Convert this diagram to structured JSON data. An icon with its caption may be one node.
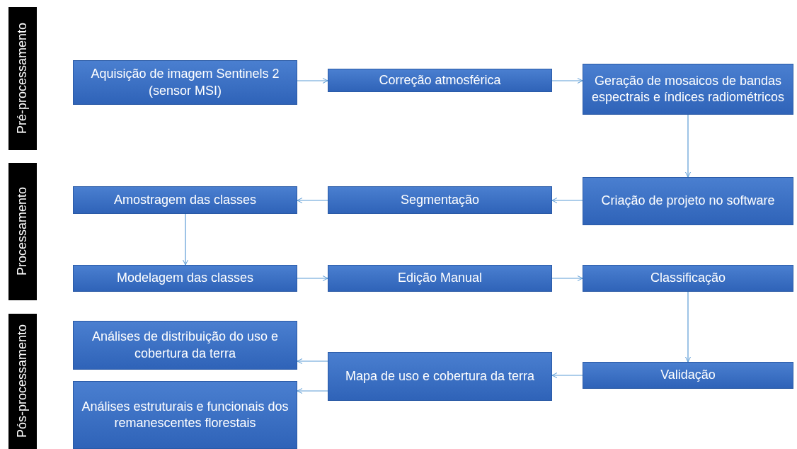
{
  "diagram": {
    "nodes": [
      {
        "text": [
          "Pré-processamento"
        ]
      },
      {
        "text": [
          "Aquisição de imagem Sentinels 2 (sensor MSI)"
        ]
      },
      {
        "text": [
          "Correção atmosférica"
        ]
      },
      {
        "text": [
          "Geração de mosaicos de bandas espectrais e índices radiométricos"
        ]
      },
      {
        "text": [
          "Processamento"
        ]
      },
      {
        "text": [
          "Criação de projeto no software"
        ]
      },
      {
        "text": [
          "Segmentação"
        ]
      },
      {
        "text": [
          "Amostragem das classes"
        ]
      },
      {
        "text": [
          "Modelagem das classes"
        ]
      },
      {
        "text": [
          "Edição Manual"
        ]
      },
      {
        "text": [
          "Classificação"
        ]
      },
      {
        "text": [
          "Pós-processamento"
        ]
      },
      {
        "text": [
          "Validação"
        ]
      },
      {
        "text": [
          "Mapa de uso e cobertura da terra"
        ]
      },
      {
        "text": [
          "Análises de distribuição do uso e cobertura da terra"
        ]
      },
      {
        "text": [
          "Análises estruturais e funcionais dos remanescentes florestais"
        ]
      }
    ],
    "edges": [
      {
        "from": 1,
        "to": 2,
        "arrow": "to"
      },
      {
        "from": 2,
        "to": 3,
        "arrow": "to"
      },
      {
        "from": 3,
        "to": 5,
        "arrow": "to"
      },
      {
        "from": 5,
        "to": 6,
        "arrow": "to"
      },
      {
        "from": 6,
        "to": 7,
        "arrow": "to"
      },
      {
        "from": 7,
        "to": 8,
        "arrow": "to"
      },
      {
        "from": 8,
        "to": 9,
        "arrow": "to"
      },
      {
        "from": 9,
        "to": 10,
        "arrow": "to"
      },
      {
        "from": 10,
        "to": 12,
        "arrow": "to"
      },
      {
        "from": 12,
        "to": 13,
        "arrow": "to"
      },
      {
        "from": 13,
        "to": 14,
        "arrow": "to"
      },
      {
        "from": 13,
        "to": 15,
        "arrow": "to"
      }
    ]
  }
}
